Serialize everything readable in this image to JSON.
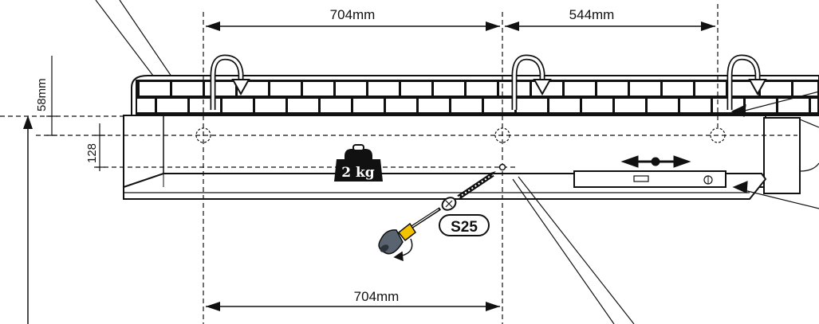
{
  "dimensions": {
    "top_left_span": "704mm",
    "top_right_span": "544mm",
    "bottom_span": "704mm",
    "vertical_top": "58mm",
    "vertical_inner": "128"
  },
  "labels": {
    "weight": "2 kg",
    "screw": "S25"
  },
  "colors": {
    "line": "#111111",
    "brick_fill": "#ffffff",
    "weight_fill": "#111111",
    "screwdriver_handle": "#5a6470",
    "screwdriver_tip": "#f2c200"
  },
  "icons": {
    "rotation_arrows": "curved-arrow-down-icon",
    "level_tool": "spirit-level-icon",
    "weight": "weight-icon",
    "screwdriver": "screwdriver-icon",
    "screw": "screw-icon"
  }
}
